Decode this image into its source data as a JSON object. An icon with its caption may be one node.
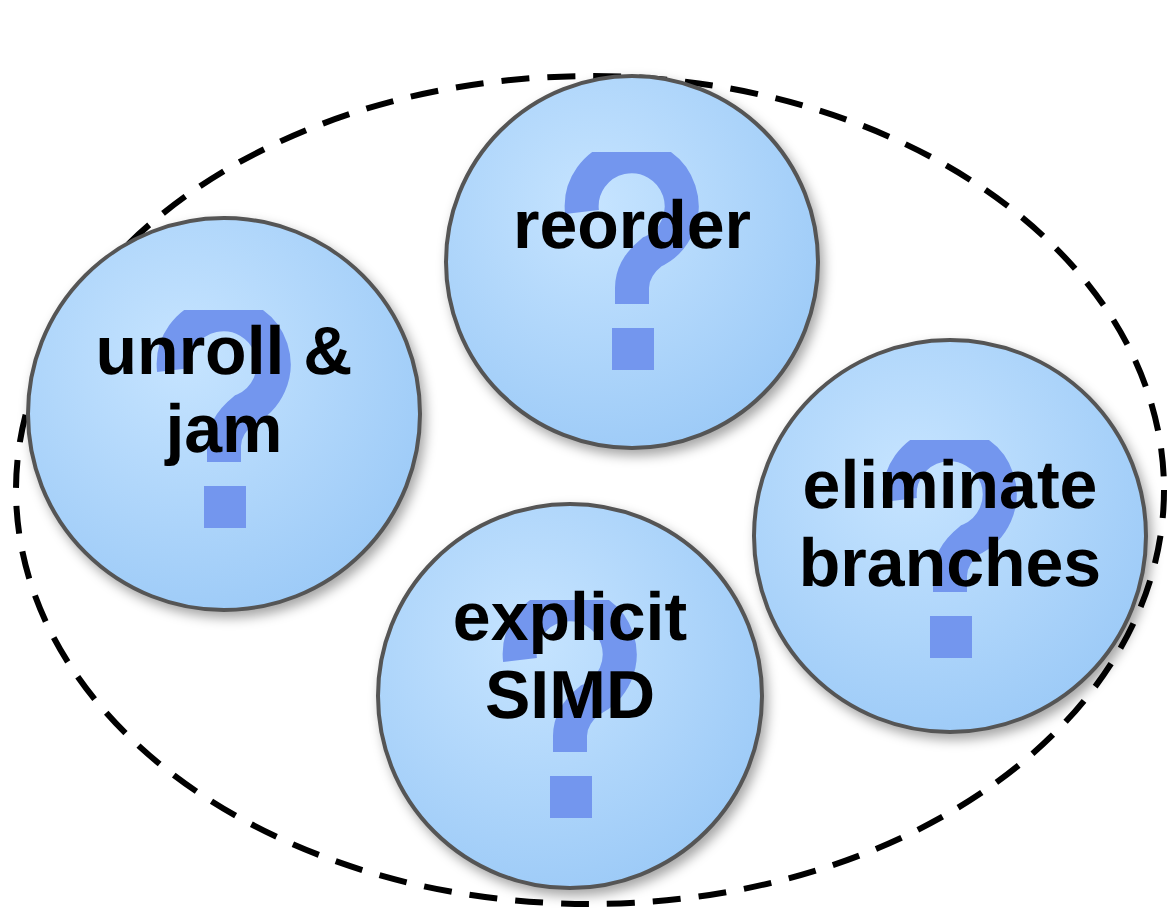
{
  "diagram": {
    "nodes": [
      {
        "text": [],
        "shape": "ellipse"
      },
      {
        "text": [
          "reorder"
        ],
        "in": 0
      },
      {
        "text": [
          "unroll & jam"
        ],
        "in": 0
      },
      {
        "text": [
          "eliminate branches"
        ],
        "in": 0
      },
      {
        "text": [
          "explicit SIMD"
        ],
        "in": 0
      }
    ],
    "edges": []
  }
}
